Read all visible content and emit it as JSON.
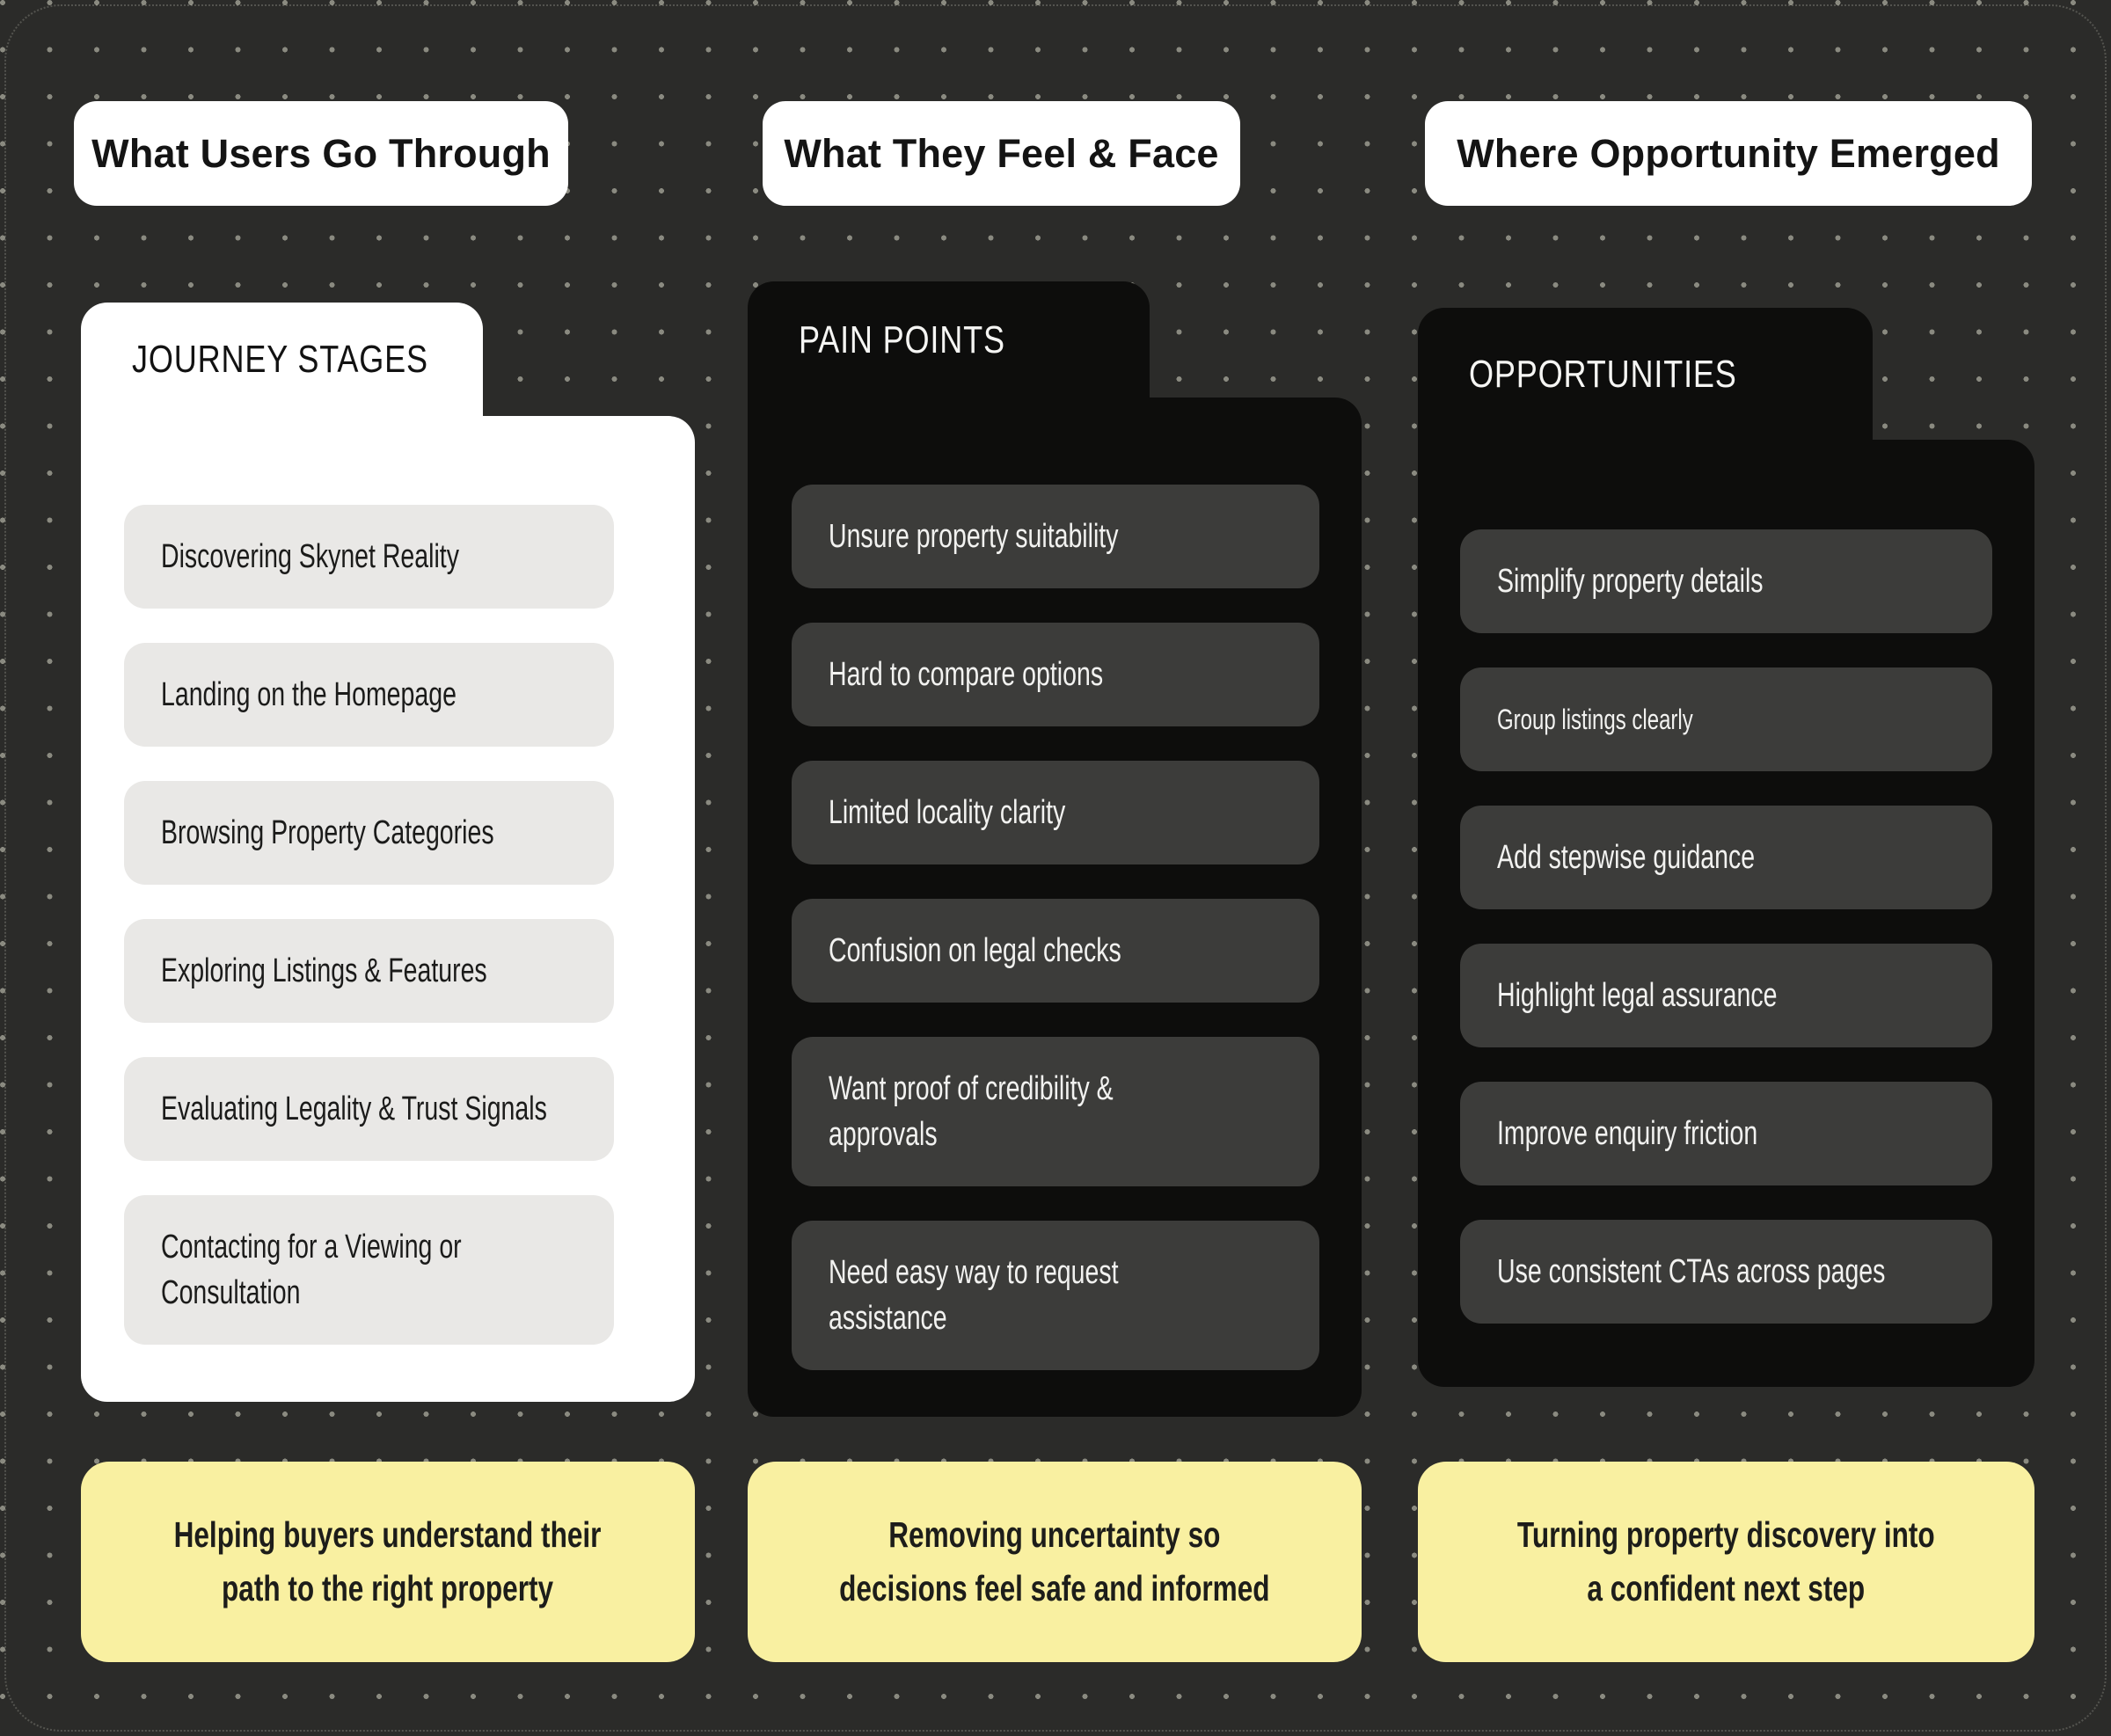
{
  "board": {
    "colors": {
      "background": "#2b2b29",
      "dot": "#8a8a80",
      "card_dark": "#0d0d0c",
      "card_light": "#ffffff",
      "chip_dark": "#3c3c3a",
      "chip_light": "#e9e8e6",
      "accent_yellow": "#f9f0a1"
    },
    "columns": [
      {
        "header": "What Users Go Through",
        "tab": "JOURNEY STAGES",
        "items": [
          "Discovering Skynet Reality",
          "Landing on the Homepage",
          "Browsing Property Categories",
          "Exploring Listings & Features",
          "Evaluating Legality & Trust Signals",
          "Contacting for a Viewing or\nConsultation"
        ],
        "footer": "Helping buyers understand their\npath to the right property"
      },
      {
        "header": "What They Feel & Face",
        "tab": "PAIN POINTS",
        "items": [
          "Unsure property suitability",
          "Hard to compare options",
          "Limited locality clarity",
          "Confusion on legal checks",
          "Want proof of credibility &\napprovals",
          "Need easy way to request\nassistance"
        ],
        "footer": "Removing uncertainty so\ndecisions feel safe and informed"
      },
      {
        "header": "Where Opportunity Emerged",
        "tab": "OPPORTUNITIES",
        "items": [
          "Simplify property details",
          "Group listings clearly",
          "Add stepwise guidance",
          "Highlight legal assurance",
          "Improve enquiry friction",
          "Use consistent CTAs across pages"
        ],
        "footer": "Turning property discovery into\na confident next step"
      }
    ]
  }
}
